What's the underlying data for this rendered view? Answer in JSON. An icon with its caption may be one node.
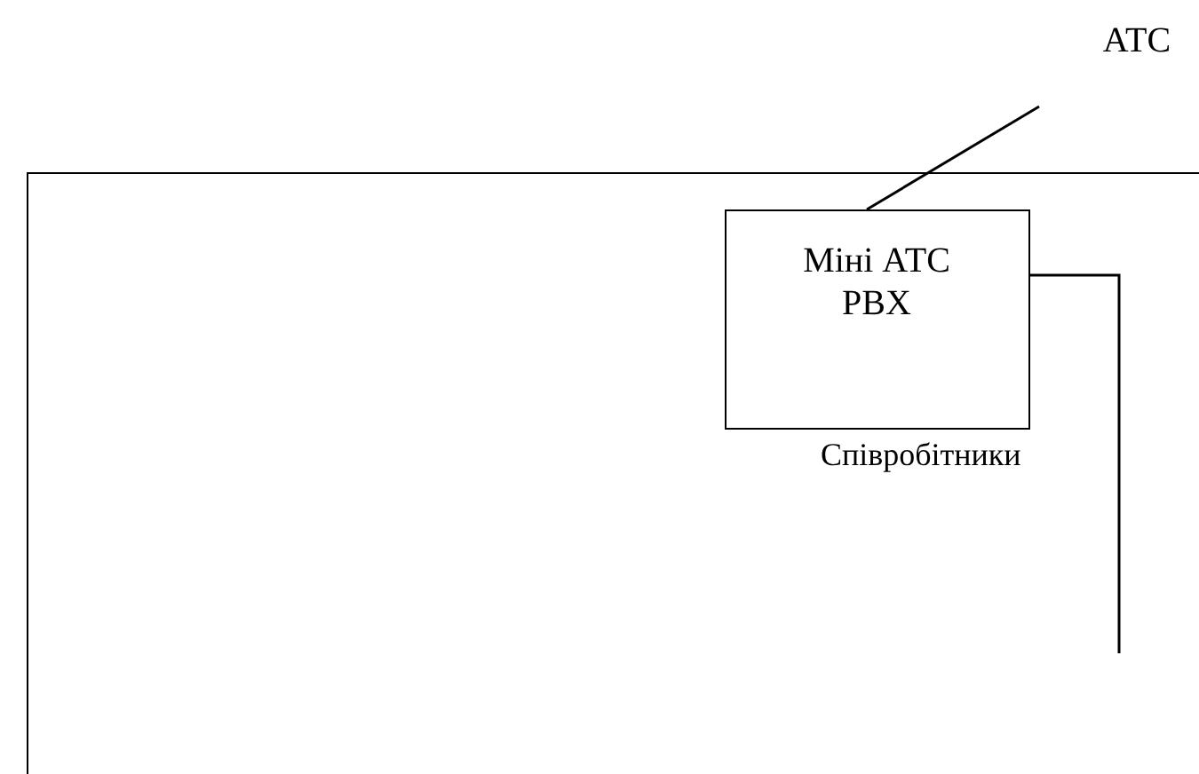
{
  "diagram": {
    "nodes": [
      {
        "text": [],
        "shape": "box"
      },
      {
        "text": [
          "Міні АТС PBX"
        ],
        "in": 0
      },
      {
        "text": [
          "АТС"
        ]
      }
    ],
    "edges": [
      {
        "from": 2,
        "to": 1,
        "arrow": "none"
      },
      {
        "from": 1,
        "to": null,
        "arrow": "none"
      }
    ],
    "labels": [
      "Співробітники"
    ]
  }
}
